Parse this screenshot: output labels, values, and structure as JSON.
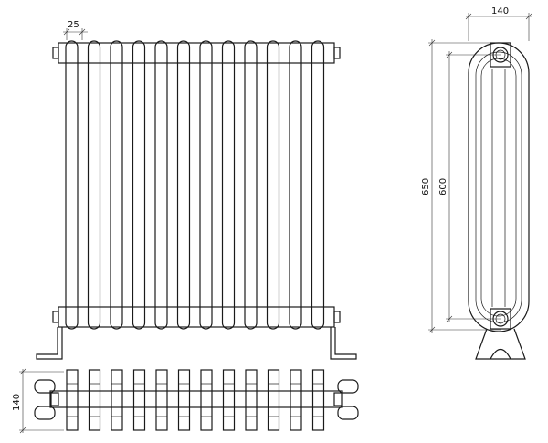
{
  "dimensions": {
    "column_pitch": "25",
    "depth_side": "140",
    "depth_plan": "140",
    "overall_height": "650",
    "axis_height": "600"
  },
  "drawing": {
    "column_count": 12
  }
}
